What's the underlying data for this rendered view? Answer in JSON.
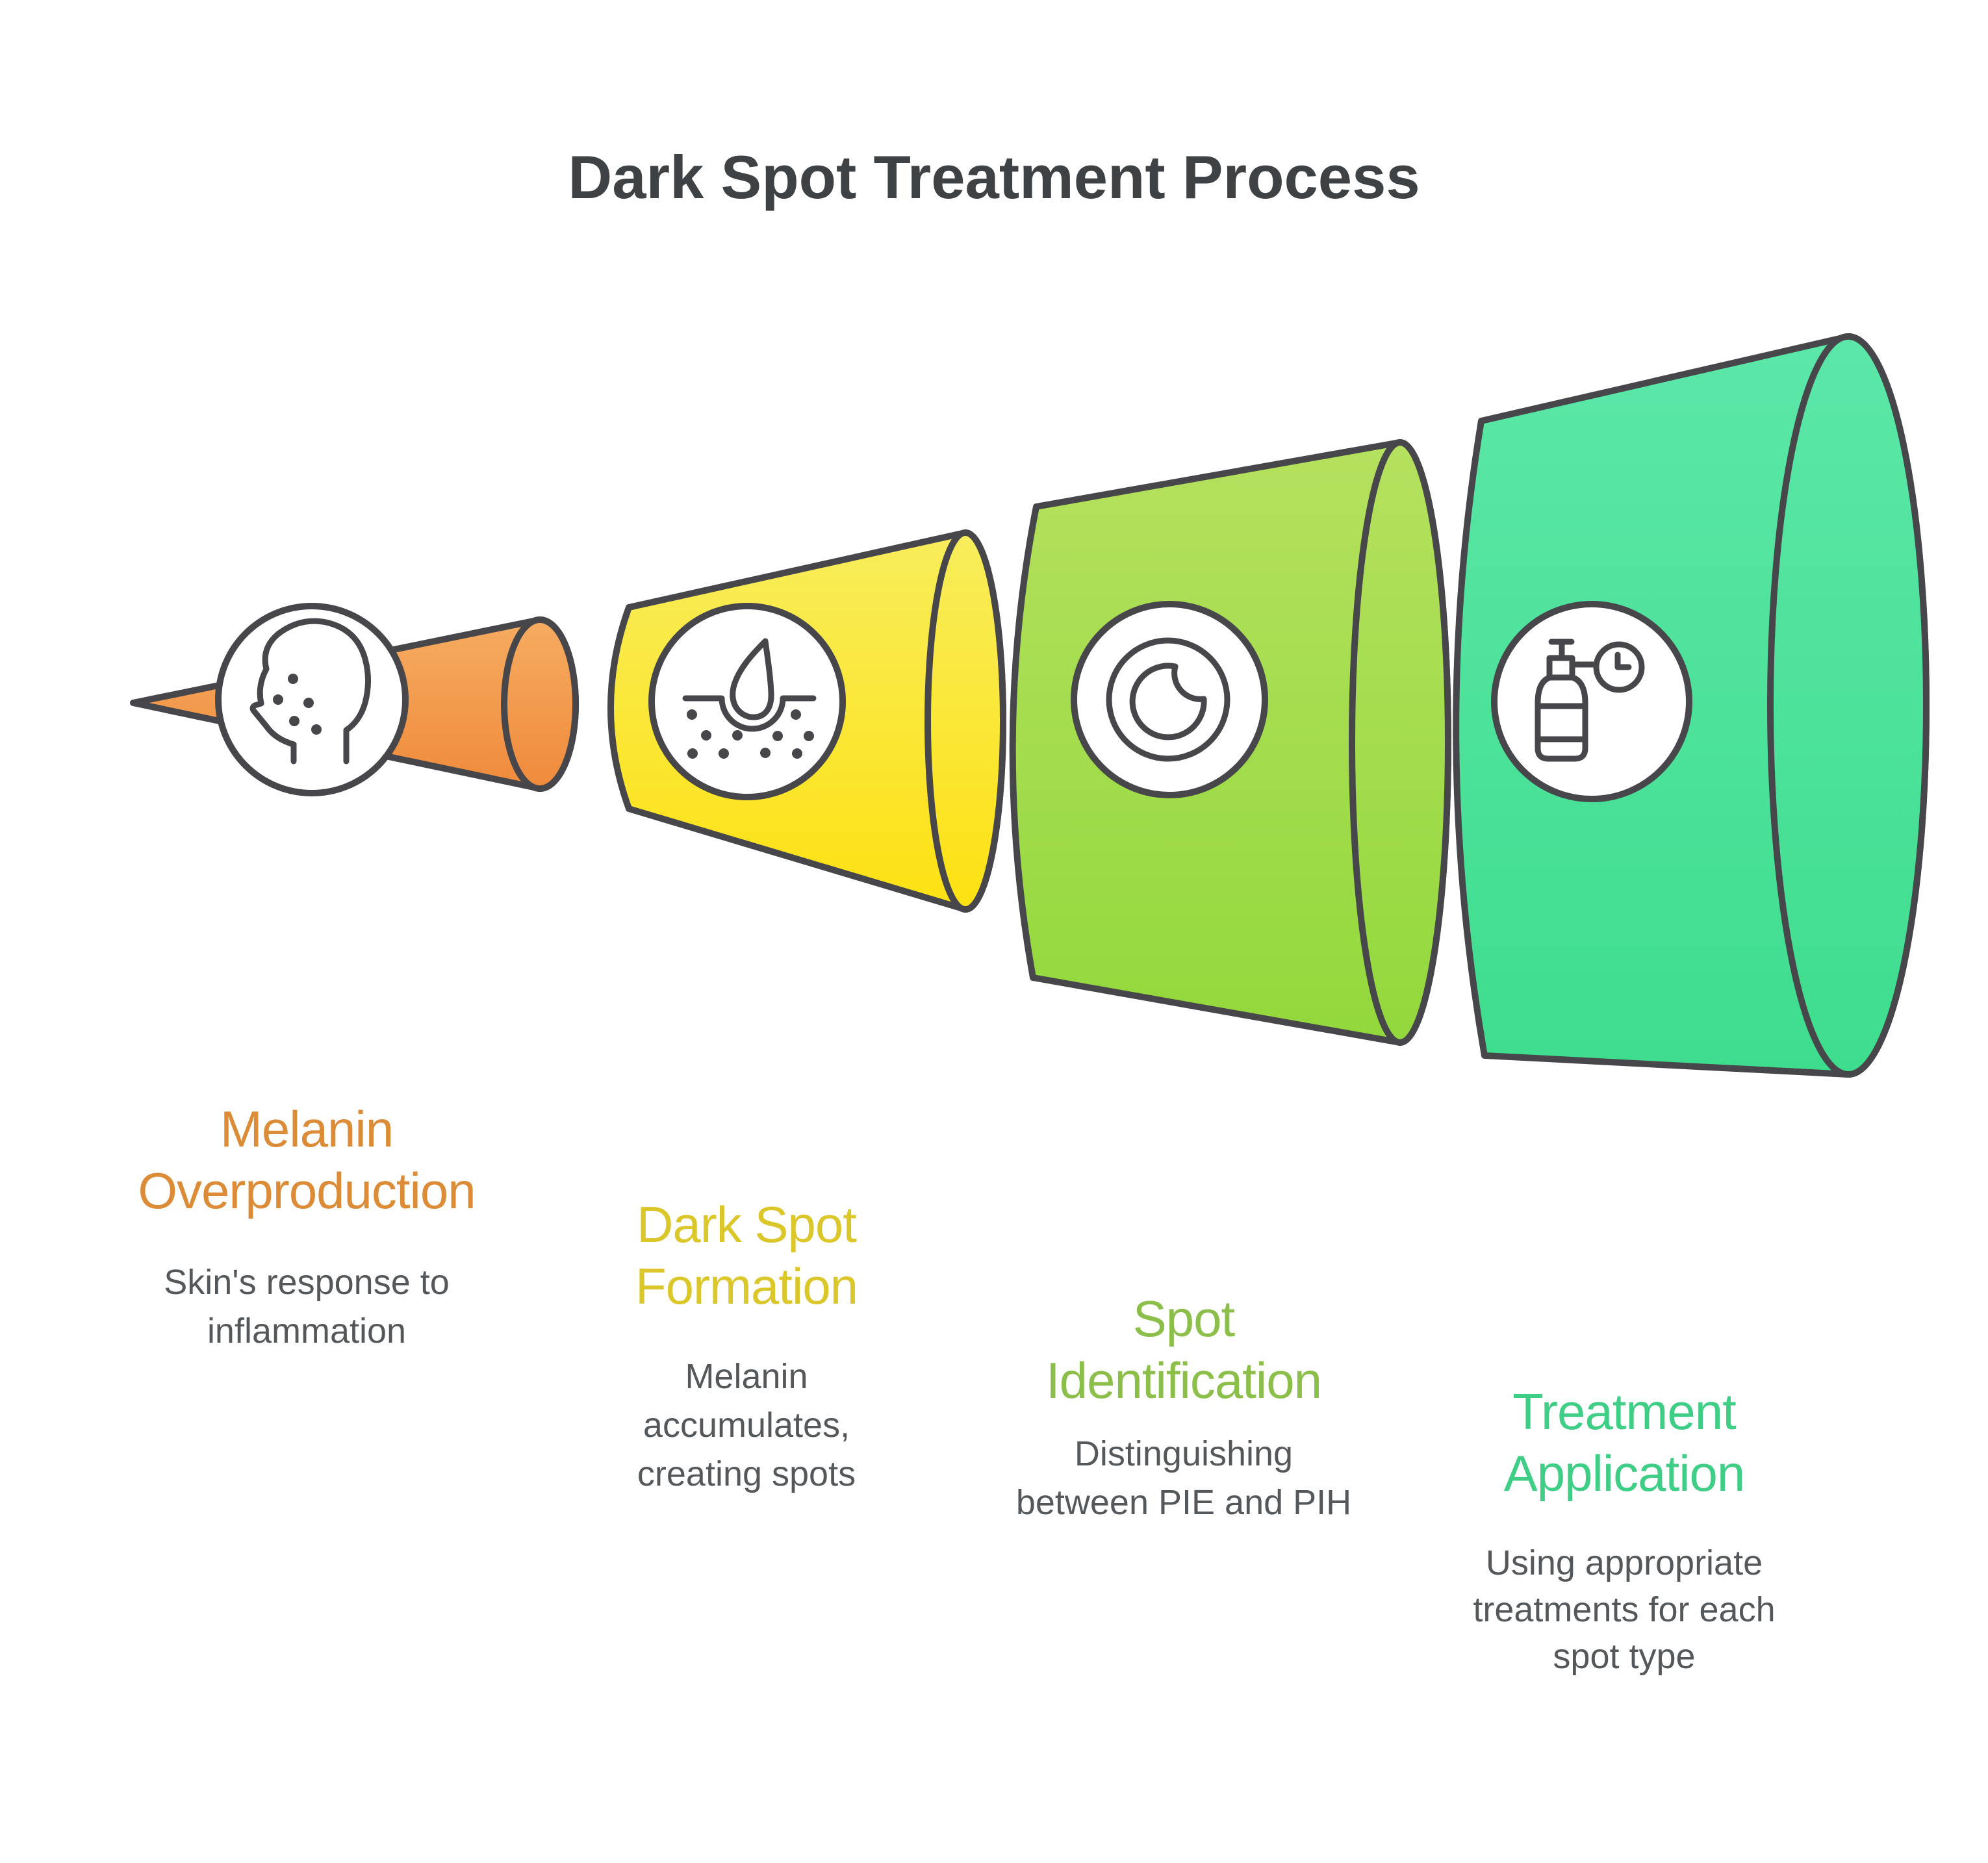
{
  "title": {
    "text": "Dark Spot Treatment Process",
    "color": "#3E4245"
  },
  "outline_color": "#47474B",
  "subtitle_color": "#55585B",
  "background_color": "#FFFFFF",
  "sections": [
    {
      "name": "Melanin Overproduction",
      "title_lines": [
        "Melanin",
        "Overproduction"
      ],
      "subtitle_lines": [
        "Skin's response to",
        "inflammation"
      ],
      "accent_color": "#DC8B37",
      "gradient_top": "#F6AC61",
      "gradient_bottom": "#EF8A3B",
      "icon": "face-with-spots-icon"
    },
    {
      "name": "Dark Spot Formation",
      "title_lines": [
        "Dark Spot",
        "Formation"
      ],
      "subtitle_lines": [
        "Melanin",
        "accumulates,",
        "creating spots"
      ],
      "accent_color": "#DCC72B",
      "gradient_top": "#F8ED5C",
      "gradient_bottom": "#FDE112",
      "icon": "melanin-droplet-skin-icon"
    },
    {
      "name": "Spot Identification",
      "title_lines": [
        "Spot",
        "Identification"
      ],
      "subtitle_lines": [
        "Distinguishing",
        "between PIE and PIH"
      ],
      "accent_color": "#8CBF4A",
      "gradient_top": "#B5E15E",
      "gradient_bottom": "#92D83C",
      "icon": "spot-lens-icon"
    },
    {
      "name": "Treatment Application",
      "title_lines": [
        "Treatment",
        "Application"
      ],
      "subtitle_lines": [
        "Using appropriate",
        "treatments for each",
        "spot type"
      ],
      "accent_color": "#3FCE85",
      "gradient_top": "#5CE7A8",
      "gradient_bottom": "#3EDD8D",
      "icon": "treatment-bottle-timer-icon"
    }
  ]
}
